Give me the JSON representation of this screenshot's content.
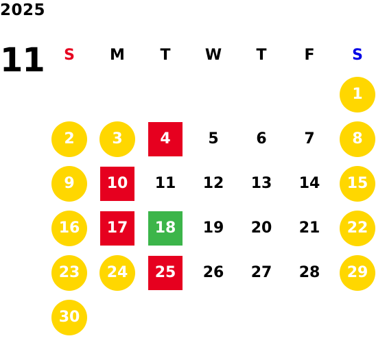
{
  "year": "2025",
  "month": "11",
  "colors": {
    "holiday_circle": "#FFD700",
    "red_box": "#E6001F",
    "green_box": "#3CB54A",
    "sunday_header": "#E6001F",
    "saturday_header": "#0000E6"
  },
  "weekdays": [
    "S",
    "M",
    "T",
    "W",
    "T",
    "F",
    "S"
  ],
  "weeks": [
    [
      null,
      null,
      null,
      null,
      null,
      null,
      {
        "d": "1",
        "style": "hol"
      }
    ],
    [
      {
        "d": "2",
        "style": "hol"
      },
      {
        "d": "3",
        "style": "hol"
      },
      {
        "d": "4",
        "style": "red"
      },
      {
        "d": "5",
        "style": ""
      },
      {
        "d": "6",
        "style": ""
      },
      {
        "d": "7",
        "style": ""
      },
      {
        "d": "8",
        "style": "hol"
      }
    ],
    [
      {
        "d": "9",
        "style": "hol"
      },
      {
        "d": "10",
        "style": "red"
      },
      {
        "d": "11",
        "style": ""
      },
      {
        "d": "12",
        "style": ""
      },
      {
        "d": "13",
        "style": ""
      },
      {
        "d": "14",
        "style": ""
      },
      {
        "d": "15",
        "style": "hol"
      }
    ],
    [
      {
        "d": "16",
        "style": "hol"
      },
      {
        "d": "17",
        "style": "red"
      },
      {
        "d": "18",
        "style": "green"
      },
      {
        "d": "19",
        "style": ""
      },
      {
        "d": "20",
        "style": ""
      },
      {
        "d": "21",
        "style": ""
      },
      {
        "d": "22",
        "style": "hol"
      }
    ],
    [
      {
        "d": "23",
        "style": "hol"
      },
      {
        "d": "24",
        "style": "hol"
      },
      {
        "d": "25",
        "style": "red"
      },
      {
        "d": "26",
        "style": ""
      },
      {
        "d": "27",
        "style": ""
      },
      {
        "d": "28",
        "style": ""
      },
      {
        "d": "29",
        "style": "hol"
      }
    ],
    [
      {
        "d": "30",
        "style": "hol"
      },
      null,
      null,
      null,
      null,
      null,
      null
    ]
  ]
}
